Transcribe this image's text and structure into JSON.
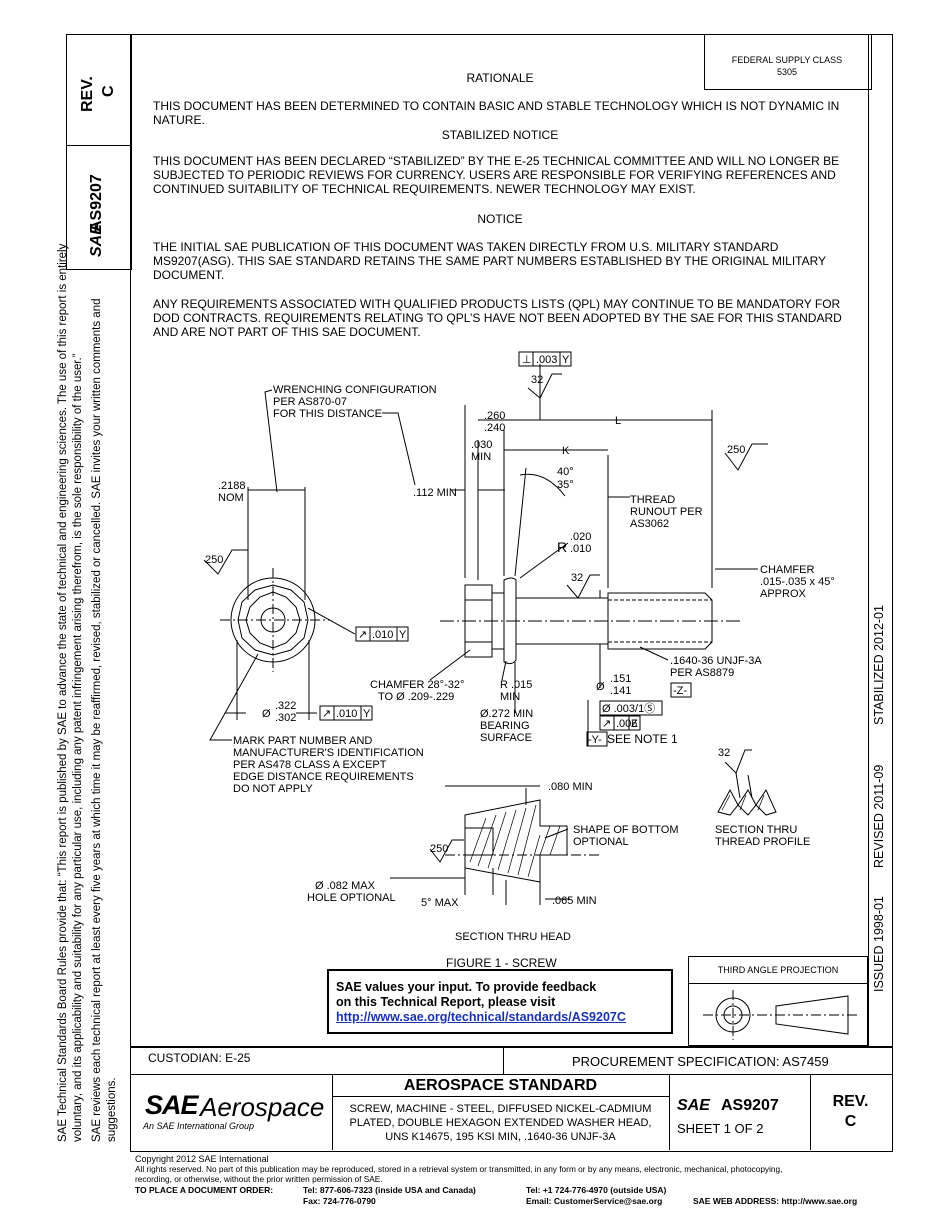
{
  "side_notice": {
    "line1": "SAE Technical Standards Board Rules provide that: “This report is published by SAE to advance the state of technical and engineering sciences. The use of this report is entirely",
    "line2": "voluntary, and its applicability and suitability for any particular use, including any patent infringement arising therefrom, is the sole responsibility of the user.”",
    "line3": "SAE reviews each technical report at least every five years at which time it may be reaffirmed, revised, stabilized or cancelled. SAE invites your written comments and",
    "line4": "suggestions."
  },
  "left_box": {
    "rev_label": "REV.",
    "rev_value": "C",
    "doc_number": "AS9207"
  },
  "federal_supply": {
    "line1": "FEDERAL SUPPLY CLASS",
    "line2": "5305"
  },
  "rationale": {
    "heading": "RATIONALE",
    "body": "THIS DOCUMENT HAS BEEN DETERMINED TO CONTAIN BASIC AND STABLE TECHNOLOGY WHICH IS NOT DYNAMIC IN NATURE."
  },
  "stabilized": {
    "heading": "STABILIZED NOTICE",
    "body": "THIS DOCUMENT HAS BEEN DECLARED “STABILIZED” BY THE E-25 TECHNICAL COMMITTEE AND WILL NO LONGER BE SUBJECTED TO PERIODIC REVIEWS FOR CURRENCY.  USERS ARE RESPONSIBLE FOR VERIFYING REFERENCES AND CONTINUED SUITABILITY OF TECHNICAL REQUIREMENTS.  NEWER TECHNOLOGY MAY EXIST."
  },
  "notice": {
    "heading": "NOTICE",
    "body1": "THE INITIAL SAE PUBLICATION OF THIS DOCUMENT WAS TAKEN DIRECTLY FROM U.S. MILITARY STANDARD MS9207(ASG).  THIS SAE STANDARD RETAINS THE SAME PART NUMBERS ESTABLISHED BY THE ORIGINAL MILITARY DOCUMENT.",
    "body2": "ANY REQUIREMENTS ASSOCIATED WITH QUALIFIED PRODUCTS LISTS (QPL) MAY CONTINUE TO BE MANDATORY FOR DOD CONTRACTS.  REQUIREMENTS RELATING TO QPL’S HAVE NOT BEEN ADOPTED BY THE SAE FOR THIS STANDARD AND ARE NOT PART OF THIS SAE DOCUMENT."
  },
  "drawing": {
    "wrench1": "WRENCHING CONFIGURATION",
    "wrench2": "PER AS870-07",
    "wrench3": "FOR THIS DISTANCE",
    "perp_sym": "⊥",
    "perp_val": ".003",
    "perp_ref": "Y",
    "finish_32": "32",
    "dim_260": ".260",
    "dim_240": ".240",
    "dim_L": "L",
    "dim_030": ".030",
    "dim_min": "MIN",
    "dim_K": "K",
    "finish_250": "250",
    "angle_40": "40°",
    "angle_35": "35°",
    "dim_2188": ".2188",
    "dim_nom": "NOM",
    "dim_112": ".112 MIN",
    "thread1": "THREAD",
    "thread2": "RUNOUT PER",
    "thread3": "AS3062",
    "r_label": "R",
    "r_020": ".020",
    "r_010": ".010",
    "chamfer1": "CHAMFER",
    "chamfer2": ".015-.035 x 45°",
    "chamfer3": "APPROX",
    "runout_sym": "↗",
    "runout1_val": ".010",
    "runout1_ref": "Y",
    "unjf1": ".1640-36 UNJF-3A",
    "unjf2": "PER AS8879",
    "z_datum": "-Z-",
    "chamf_head1": "CHAMFER 28°-32°",
    "chamf_head2": "TO Ø .209-.229",
    "r015": "R .015",
    "dia_sym": "Ø",
    "d151": ".151",
    "d141": ".141",
    "d322": ".322",
    "d302": ".302",
    "runout2_val": ".010",
    "runout2_ref": "Y",
    "d272_1": "Ø.272 MIN",
    "d272_2": "BEARING",
    "d272_3": "SURFACE",
    "fcf1": "Ø .003/1Ⓢ",
    "fcf2_val": ".006",
    "fcf2_ref": "Z",
    "y_datum": "-Y-",
    "see_note": "SEE NOTE 1",
    "mark1": "MARK PART NUMBER AND",
    "mark2": "MANUFACTURER'S IDENTIFICATION",
    "mark3": "PER AS478 CLASS A EXCEPT",
    "mark4": "EDGE DISTANCE REQUIREMENTS",
    "mark5": "DO NOT APPLY",
    "d080": ".080 MIN",
    "shape1": "SHAPE OF BOTTOM",
    "shape2": "OPTIONAL",
    "sec_thread1": "SECTION THRU",
    "sec_thread2": "THREAD PROFILE",
    "d082_1": "Ø .082 MAX",
    "d082_2": "HOLE OPTIONAL",
    "max5": "5° MAX",
    "d065": ".065 MIN",
    "sec_head": "SECTION THRU HEAD",
    "figure": "FIGURE 1 - SCREW"
  },
  "feedback": {
    "line1": "SAE values your input. To provide feedback",
    "line2": "on this Technical Report, please visit",
    "link": "http://www.sae.org/technical/standards/AS9207C"
  },
  "third_angle": "THIRD ANGLE PROJECTION",
  "history": {
    "issued": "ISSUED 1998-01",
    "revised": "REVISED 2011-09",
    "stabilized": "STABILIZED 2012-01"
  },
  "title_block": {
    "custodian": "CUSTODIAN: E-25",
    "procurement": "PROCUREMENT SPECIFICATION: AS7459",
    "logo_brand": "SAE",
    "logo_word": "Aerospace",
    "logo_sub": "An SAE International Group",
    "heading": "AEROSPACE STANDARD",
    "title1": "SCREW, MACHINE - STEEL, DIFFUSED NICKEL-CADMIUM",
    "title2": "PLATED, DOUBLE HEXAGON EXTENDED WASHER HEAD,",
    "title3": "UNS K14675, 195 KSI MIN, .1640-36 UNJF-3A",
    "doc_logo": "SAE",
    "doc_number": "AS9207",
    "sheet": "SHEET 1 OF 2",
    "rev_label": "REV.",
    "rev_value": "C"
  },
  "footer": {
    "copyright": "Copyright 2012 SAE International",
    "rights1": "All rights reserved. No part of this publication may be reproduced, stored in a retrieval system or transmitted, in any form or by any means, electronic, mechanical, photocopying,",
    "rights2": "recording, or otherwise, without the prior written permission of SAE.",
    "order_label": "TO PLACE A DOCUMENT ORDER:",
    "tel_usa": "Tel: 877-606-7323 (inside USA and Canada)",
    "fax": "Fax: 724-776-0790",
    "tel_out": "Tel: +1 724-776-4970 (outside USA)",
    "email": "Email: CustomerService@sae.org",
    "web": "SAE WEB ADDRESS: http://www.sae.org"
  }
}
